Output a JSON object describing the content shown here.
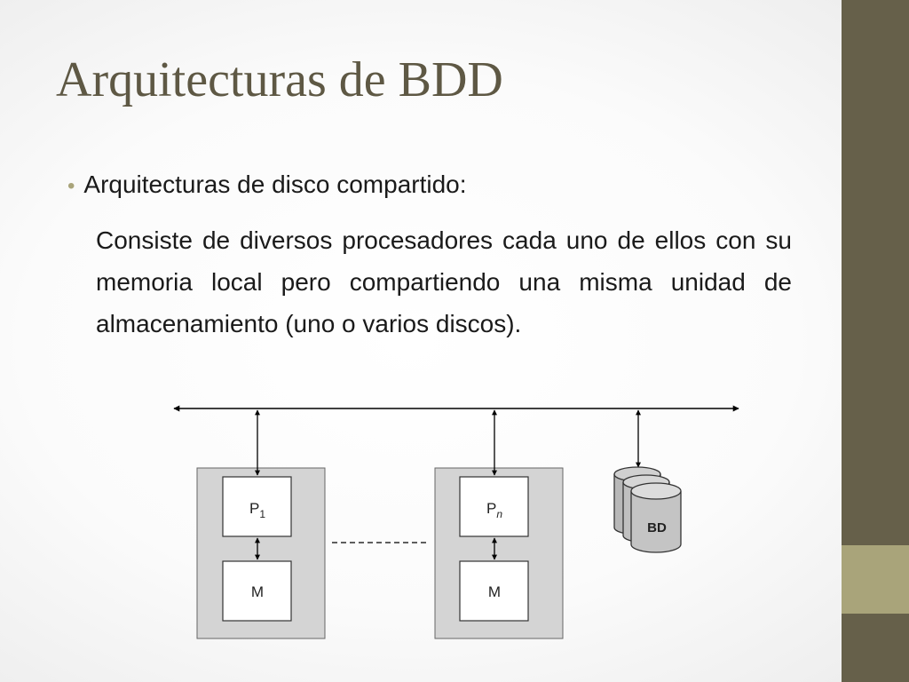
{
  "slide": {
    "title": "Arquitecturas de BDD",
    "bullet": "Arquitecturas de disco compartido:",
    "paragraph": "Consiste de diversos procesadores cada uno de ellos con su memoria local pero compartiendo una misma unidad de almacenamiento (uno o varios discos)."
  },
  "diagram": {
    "node1": {
      "processor": "P",
      "processor_subscript": "1",
      "memory": "M"
    },
    "node2": {
      "processor": "P",
      "processor_subscript": "n",
      "memory": "M"
    },
    "disk_label": "BD"
  },
  "colors": {
    "sidebar": "#66604a",
    "sidebar_accent": "#a9a47a",
    "title": "#5e5844",
    "node_fill": "#d4d4d4"
  },
  "icons": {
    "bullet": "bullet-dot-icon",
    "disk": "database-cylinder-icon"
  }
}
